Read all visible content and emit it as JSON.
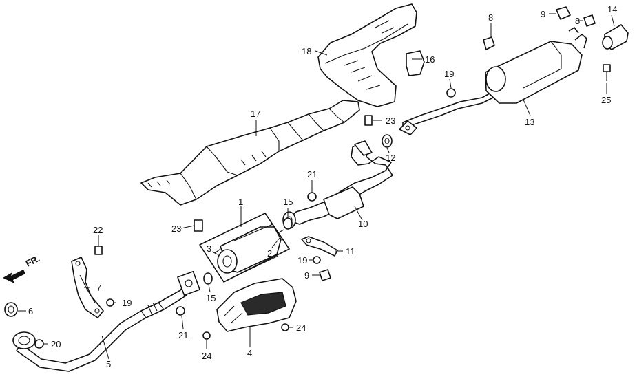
{
  "diagram": {
    "direction_label": "FR.",
    "callouts": {
      "c1": "1",
      "c2": "2",
      "c3": "3",
      "c4": "4",
      "c5": "5",
      "c6": "6",
      "c7": "7",
      "c8a": "8",
      "c8b": "8",
      "c9a": "9",
      "c9b": "9",
      "c10": "10",
      "c11": "11",
      "c12": "12",
      "c13": "13",
      "c14": "14",
      "c15a": "15",
      "c15b": "15",
      "c16": "16",
      "c17": "17",
      "c18": "18",
      "c19a": "19",
      "c19b": "19",
      "c19c": "19",
      "c20": "20",
      "c21a": "21",
      "c21b": "21",
      "c22": "22",
      "c23a": "23",
      "c23b": "23",
      "c24a": "24",
      "c24b": "24",
      "c25": "25"
    }
  }
}
